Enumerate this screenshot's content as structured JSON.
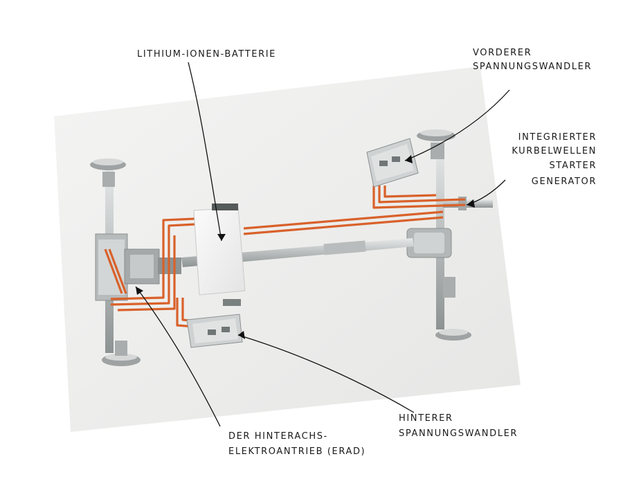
{
  "labels": {
    "battery": "LITHIUM-IONEN-BATTERIE",
    "front_converter_1": "VORDERER",
    "front_converter_2": "SPANNUNGSWANDLER",
    "isg_1": "INTEGRIERTER",
    "isg_2": "KURBELWELLEN",
    "isg_3": "STARTER",
    "isg_4": "GENERATOR",
    "rear_converter_1": "HINTERER",
    "rear_converter_2": "SPANNUNGSWANDLER",
    "erad_1": "DER HINTERACHS-",
    "erad_2": "ELEKTROANTRIEB (ERAD)"
  },
  "colors": {
    "cable": "#d9612a",
    "board": "#ededec",
    "component": "#c9cccc",
    "leader": "#111111"
  }
}
